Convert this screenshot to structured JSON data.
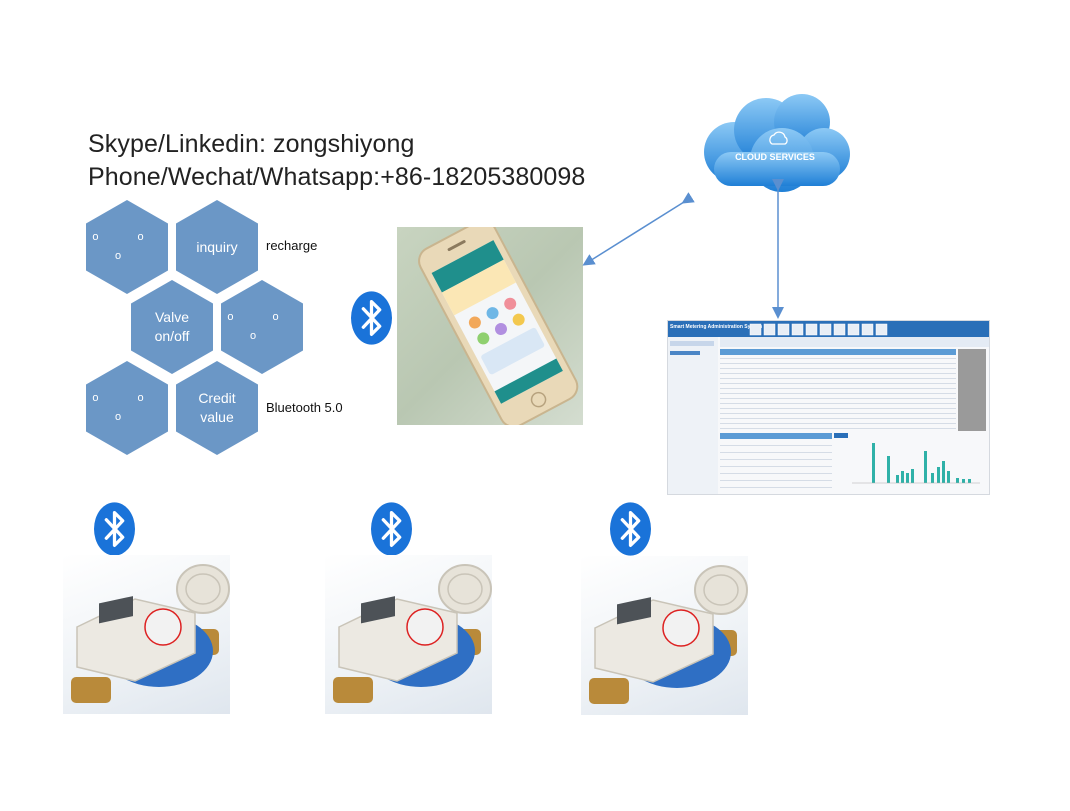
{
  "contact": {
    "line1": "Skype/Linkedin: zongshiyong",
    "line2": "Phone/Wechat/Whatsapp:+86-18205380098"
  },
  "hexagons": [
    {
      "text": "o o o"
    },
    {
      "text": "inquiry"
    },
    {
      "text": "Valve on/off"
    },
    {
      "text": "o o o"
    },
    {
      "text": "o o o"
    },
    {
      "text": "Credit value"
    }
  ],
  "labels": {
    "recharge": "recharge",
    "bluetooth": "Bluetooth 5.0"
  },
  "cloud": {
    "label": "CLOUD SERVICES"
  },
  "software": {
    "title": "Smart Metering Administration System"
  },
  "icons": {
    "bluetooth": "bluetooth-icon",
    "cloud": "cloud-icon"
  },
  "colors": {
    "hexagon": "#6b97c6",
    "bluetooth": "#1a73d9",
    "cloud": "#2f8fe0",
    "arrow": "#5a8fd0"
  }
}
